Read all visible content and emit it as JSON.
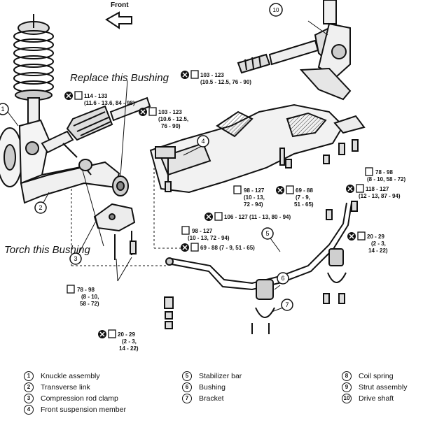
{
  "front_label": "Front",
  "callouts": {
    "replace": "Replace this Bushing",
    "torch": "Torch this Bushing"
  },
  "part_numbers": [
    "1",
    "2",
    "3",
    "4",
    "5",
    "6",
    "7",
    "10"
  ],
  "torque_specs": [
    {
      "l1": "114 - 133",
      "l2": "(11.6 - 13.6, 84 - 98)"
    },
    {
      "l1": "103 - 123",
      "l2": "(10.5 - 12.5, 76 - 90)"
    },
    {
      "l1": "103 - 123",
      "l2": "(10.6 - 12.5,",
      "l3": "76 - 90)"
    },
    {
      "l1": "78 - 98",
      "l2": "(8 - 10, 58 - 72)"
    },
    {
      "l1": "118 - 127",
      "l2": "(12 - 13, 87 - 94)"
    },
    {
      "l1": "98 - 127",
      "l2": "(10 - 13,",
      "l3": "72 - 94)"
    },
    {
      "l1": "69 - 88",
      "l2": "(7 - 9,",
      "l3": "51 - 65)"
    },
    {
      "l1": "106 - 127 (11 - 13, 80 - 94)"
    },
    {
      "l1": "98 - 127",
      "l2": "(10 - 13, 72 - 94)"
    },
    {
      "l1": "69 - 88 (7 - 9, 51 - 65)"
    },
    {
      "l1": "20 - 29",
      "l2": "(2 - 3,",
      "l3": "14 - 22)"
    },
    {
      "l1": "78 - 98",
      "l2": "(8 - 10,",
      "l3": "58 - 72)"
    },
    {
      "l1": "20 - 29",
      "l2": "(2 - 3,",
      "l3": "14 - 22)"
    }
  ],
  "legend": [
    {
      "num": "1",
      "label": "Knuckle assembly"
    },
    {
      "num": "2",
      "label": "Transverse link"
    },
    {
      "num": "3",
      "label": "Compression rod clamp"
    },
    {
      "num": "4",
      "label": "Front suspension member"
    },
    {
      "num": "5",
      "label": "Stabilizer bar"
    },
    {
      "num": "6",
      "label": "Bushing"
    },
    {
      "num": "7",
      "label": "Bracket"
    },
    {
      "num": "8",
      "label": "Coil spring"
    },
    {
      "num": "9",
      "label": "Strut assembly"
    },
    {
      "num": "10",
      "label": "Drive shaft"
    }
  ]
}
